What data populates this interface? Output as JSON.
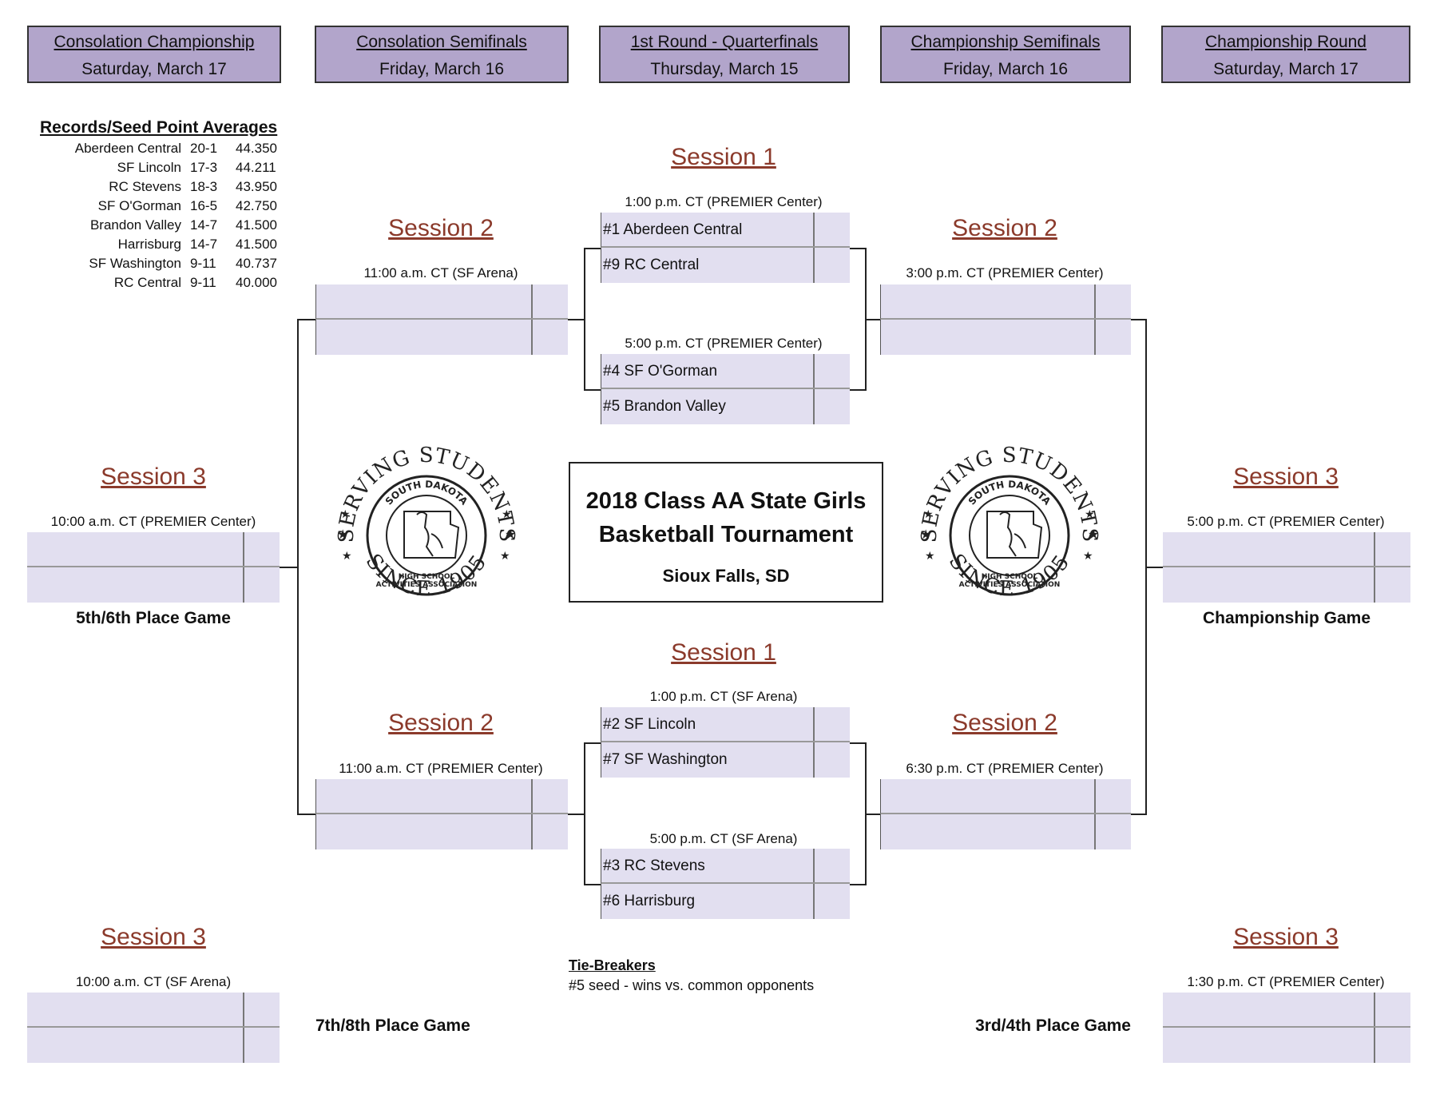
{
  "headers": [
    {
      "title": "Consolation Championship",
      "date": "Saturday, March 17"
    },
    {
      "title": "Consolation Semifinals",
      "date": "Friday, March 16"
    },
    {
      "title": "1st Round - Quarterfinals",
      "date": "Thursday, March 15"
    },
    {
      "title": "Championship Semifinals",
      "date": "Friday, March 16"
    },
    {
      "title": "Championship Round",
      "date": "Saturday, March 17"
    }
  ],
  "records": {
    "title": "Records/Seed Point Averages",
    "rows": [
      {
        "team": "Aberdeen Central",
        "record": "20-1",
        "avg": "44.350"
      },
      {
        "team": "SF Lincoln",
        "record": "17-3",
        "avg": "44.211"
      },
      {
        "team": "RC Stevens",
        "record": "18-3",
        "avg": "43.950"
      },
      {
        "team": "SF O'Gorman",
        "record": "16-5",
        "avg": "42.750"
      },
      {
        "team": "Brandon Valley",
        "record": "14-7",
        "avg": "41.500"
      },
      {
        "team": "Harrisburg",
        "record": "14-7",
        "avg": "41.500"
      },
      {
        "team": "SF Washington",
        "record": "9-11",
        "avg": "40.737"
      },
      {
        "team": "RC Central",
        "record": "9-11",
        "avg": "40.000"
      }
    ]
  },
  "sessions": {
    "s1": "Session 1",
    "s2": "Session 2",
    "s3": "Session 3"
  },
  "times": {
    "qf1": "1:00 p.m. CT (PREMIER Center)",
    "qf2": "5:00 p.m. CT (PREMIER Center)",
    "qf3": "1:00 p.m. CT (SF Arena)",
    "qf4": "5:00 p.m. CT (SF Arena)",
    "cs1": "11:00 a.m. CT (SF Arena)",
    "cs2": "11:00 a.m. CT (PREMIER Center)",
    "sf1": "3:00 p.m. CT (PREMIER Center)",
    "sf2": "6:30 p.m. CT (PREMIER Center)",
    "cc": "10:00 a.m. CT (PREMIER Center)",
    "p78": "10:00 a.m. CT (SF Arena)",
    "champ": "5:00 p.m. CT (PREMIER Center)",
    "p34": "1:30 p.m. CT (PREMIER Center)"
  },
  "teams": {
    "qf1a": "#1 Aberdeen Central",
    "qf1b": "#9 RC Central",
    "qf2a": "#4 SF O'Gorman",
    "qf2b": "#5 Brandon Valley",
    "qf3a": "#2 SF Lincoln",
    "qf3b": "#7 SF Washington",
    "qf4a": "#3 RC Stevens",
    "qf4b": "#6 Harrisburg"
  },
  "games": {
    "g56": "5th/6th Place Game",
    "g78": "7th/8th Place Game",
    "champ": "Championship Game",
    "g34": "3rd/4th Place Game"
  },
  "title": {
    "line1": "2018 Class AA State Girls",
    "line2": "Basketball Tournament",
    "location": "Sioux Falls, SD"
  },
  "tiebreakers": {
    "heading": "Tie-Breakers",
    "text": "#5 seed - wins vs. common opponents"
  },
  "seal": {
    "outer_top": "SERVING STUDENTS",
    "outer_bottom": "SINCE 1905",
    "inner_top": "SOUTH DAKOTA",
    "inner_left": "HIGH SCHOOL",
    "inner_right": "ACTIVITIES ASSOCIATION"
  }
}
